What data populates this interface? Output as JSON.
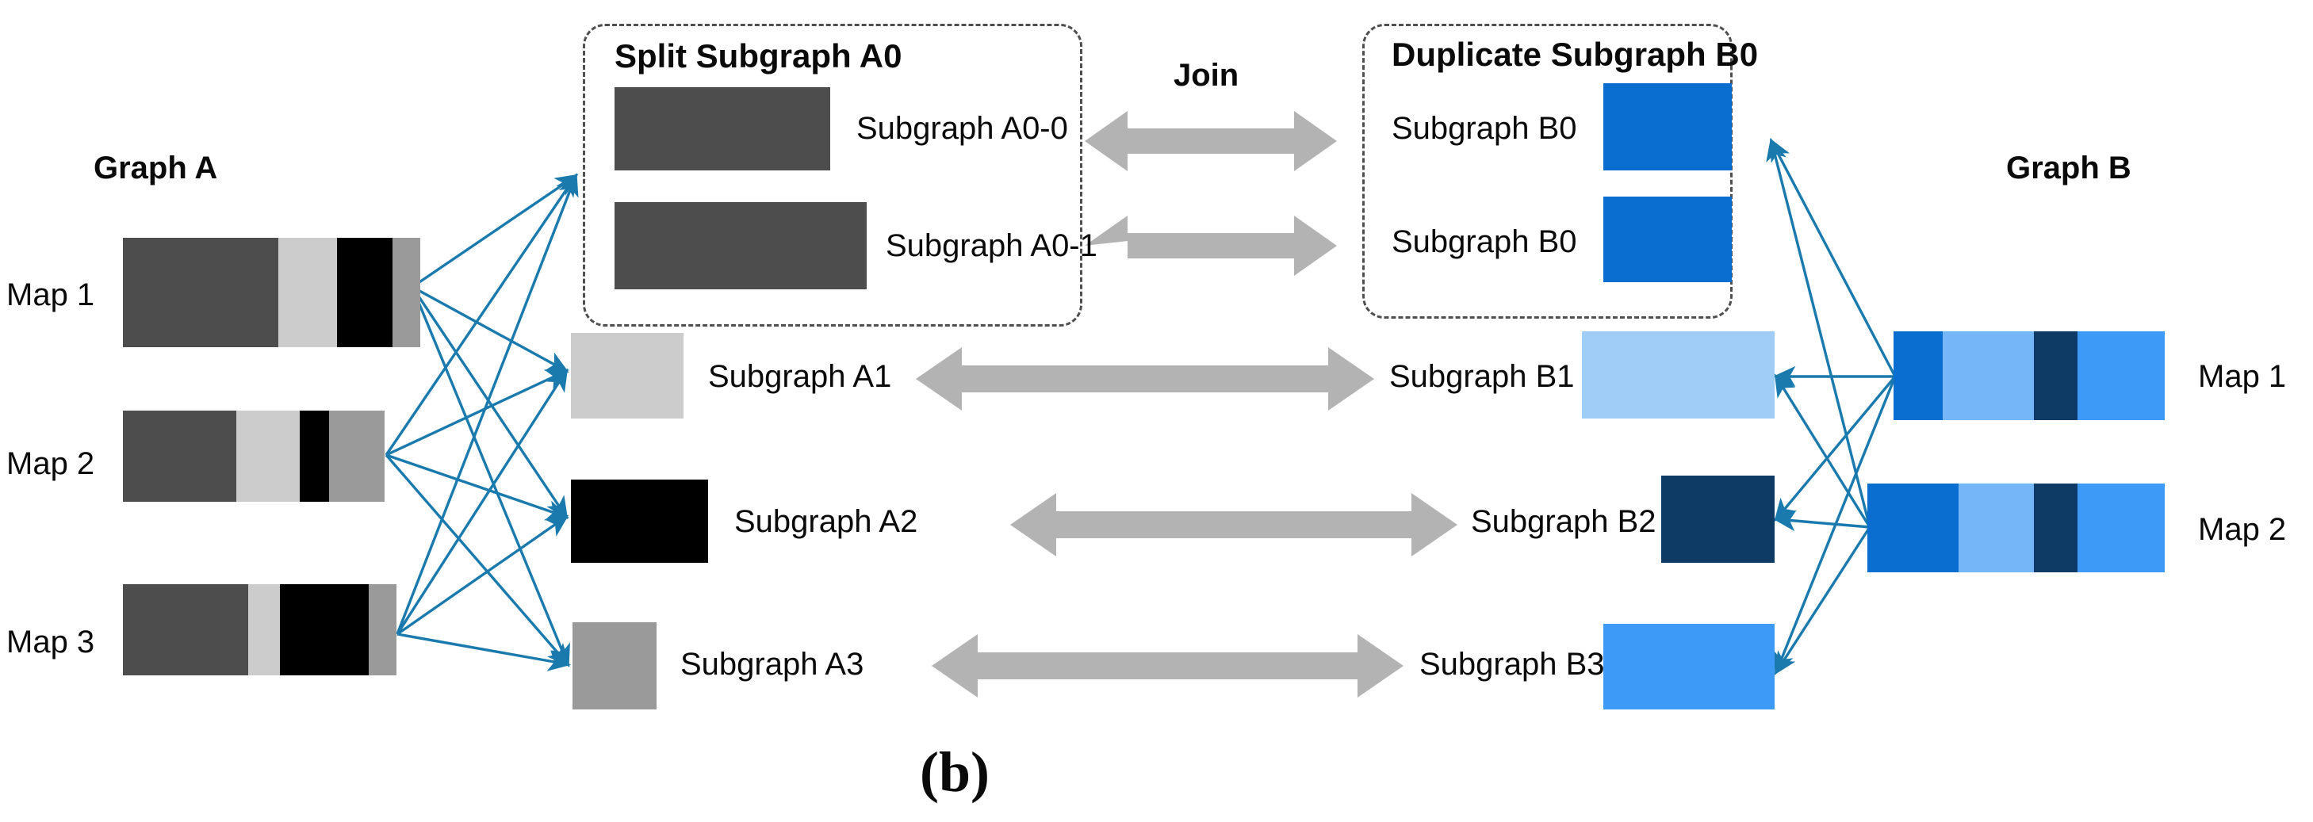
{
  "figure": {
    "caption": "(b)"
  },
  "graph_a": {
    "title": "Graph A",
    "maps": [
      {
        "label": "Map 1",
        "segments": [
          {
            "name": "dark-gray",
            "color": "#4d4d4d",
            "w": 196
          },
          {
            "name": "light-gray",
            "color": "#cccccc",
            "w": 74
          },
          {
            "name": "black",
            "color": "#000000",
            "w": 70
          },
          {
            "name": "medium-gray",
            "color": "#9a9a9a",
            "w": 35
          }
        ]
      },
      {
        "label": "Map 2",
        "segments": [
          {
            "name": "dark-gray",
            "color": "#4d4d4d",
            "w": 143
          },
          {
            "name": "light-gray",
            "color": "#cccccc",
            "w": 80
          },
          {
            "name": "black",
            "color": "#000000",
            "w": 37
          },
          {
            "name": "medium-gray",
            "color": "#9a9a9a",
            "w": 70
          }
        ]
      },
      {
        "label": "Map 3",
        "segments": [
          {
            "name": "dark-gray",
            "color": "#4d4d4d",
            "w": 158
          },
          {
            "name": "light-gray",
            "color": "#cccccc",
            "w": 40
          },
          {
            "name": "black",
            "color": "#000000",
            "w": 112
          },
          {
            "name": "medium-gray",
            "color": "#9a9a9a",
            "w": 35
          }
        ]
      }
    ]
  },
  "graph_b": {
    "title": "Graph B",
    "maps": [
      {
        "label": "Map 1",
        "segments": [
          {
            "name": "medium-blue",
            "color": "#0a6ed1",
            "w": 62
          },
          {
            "name": "light-blue",
            "color": "#74b6f7",
            "w": 115
          },
          {
            "name": "navy",
            "color": "#0d3b66",
            "w": 55
          },
          {
            "name": "bright-blue",
            "color": "#3d9bf7",
            "w": 110
          }
        ]
      },
      {
        "label": "Map 2",
        "segments": [
          {
            "name": "medium-blue",
            "color": "#0a6ed1",
            "w": 115
          },
          {
            "name": "light-blue",
            "color": "#74b6f7",
            "w": 95
          },
          {
            "name": "navy",
            "color": "#0d3b66",
            "w": 55
          },
          {
            "name": "bright-blue",
            "color": "#3d9bf7",
            "w": 110
          }
        ]
      }
    ]
  },
  "split_box": {
    "title": "Split Subgraph A0",
    "items": [
      {
        "label": "Subgraph A0-0",
        "color": "#4d4d4d"
      },
      {
        "label": "Subgraph A0-1",
        "color": "#4d4d4d"
      }
    ]
  },
  "duplicate_box": {
    "title": "Duplicate Subgraph B0",
    "items": [
      {
        "label": "Subgraph B0",
        "color": "#0a6ed1"
      },
      {
        "label": "Subgraph B0",
        "color": "#0a6ed1"
      }
    ]
  },
  "join": {
    "label": "Join"
  },
  "subgraphs_a": [
    {
      "label": "Subgraph A1",
      "color": "#cccccc"
    },
    {
      "label": "Subgraph A2",
      "color": "#000000"
    },
    {
      "label": "Subgraph A3",
      "color": "#9a9a9a"
    }
  ],
  "subgraphs_b": [
    {
      "label": "Subgraph B1",
      "color": "#9fcdf8"
    },
    {
      "label": "Subgraph B2",
      "color": "#0d3b66"
    },
    {
      "label": "Subgraph B3",
      "color": "#3d9bf7"
    }
  ],
  "colors": {
    "edge_blue": "#1b7aad",
    "join_gray": "#b3b3b3",
    "dash_gray": "#4f4f4f"
  }
}
